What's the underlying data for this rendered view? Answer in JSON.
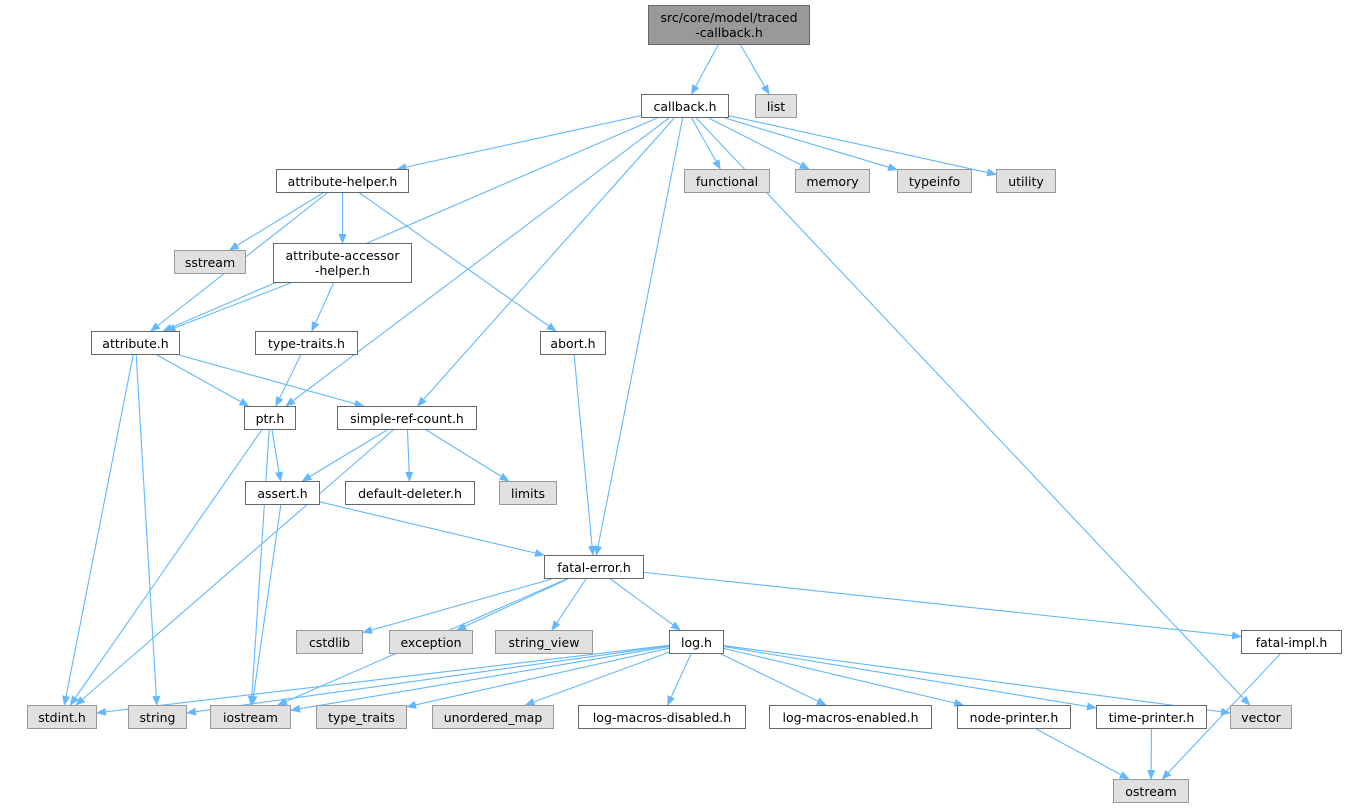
{
  "nodes": [
    {
      "id": "traced_callback",
      "label": "src/core/model/traced\n-callback.h",
      "kind": "root"
    },
    {
      "id": "callback",
      "label": "callback.h",
      "kind": "local"
    },
    {
      "id": "list",
      "label": "list",
      "kind": "sys"
    },
    {
      "id": "attribute_helper",
      "label": "attribute-helper.h",
      "kind": "local"
    },
    {
      "id": "functional",
      "label": "functional",
      "kind": "sys"
    },
    {
      "id": "memory",
      "label": "memory",
      "kind": "sys"
    },
    {
      "id": "typeinfo",
      "label": "typeinfo",
      "kind": "sys"
    },
    {
      "id": "utility",
      "label": "utility",
      "kind": "sys"
    },
    {
      "id": "sstream",
      "label": "sstream",
      "kind": "sys"
    },
    {
      "id": "attribute_accessor_helper",
      "label": "attribute-accessor\n-helper.h",
      "kind": "local"
    },
    {
      "id": "attribute",
      "label": "attribute.h",
      "kind": "local"
    },
    {
      "id": "type_traits_h",
      "label": "type-traits.h",
      "kind": "local"
    },
    {
      "id": "abort",
      "label": "abort.h",
      "kind": "local"
    },
    {
      "id": "ptr",
      "label": "ptr.h",
      "kind": "local"
    },
    {
      "id": "simple_ref_count",
      "label": "simple-ref-count.h",
      "kind": "local"
    },
    {
      "id": "assert",
      "label": "assert.h",
      "kind": "local"
    },
    {
      "id": "default_deleter",
      "label": "default-deleter.h",
      "kind": "local"
    },
    {
      "id": "limits",
      "label": "limits",
      "kind": "sys"
    },
    {
      "id": "fatal_error",
      "label": "fatal-error.h",
      "kind": "local"
    },
    {
      "id": "cstdlib",
      "label": "cstdlib",
      "kind": "sys"
    },
    {
      "id": "exception",
      "label": "exception",
      "kind": "sys"
    },
    {
      "id": "string_view",
      "label": "string_view",
      "kind": "sys"
    },
    {
      "id": "log",
      "label": "log.h",
      "kind": "local"
    },
    {
      "id": "fatal_impl",
      "label": "fatal-impl.h",
      "kind": "local"
    },
    {
      "id": "stdint",
      "label": "stdint.h",
      "kind": "sys"
    },
    {
      "id": "string",
      "label": "string",
      "kind": "sys"
    },
    {
      "id": "iostream",
      "label": "iostream",
      "kind": "sys"
    },
    {
      "id": "type_traits",
      "label": "type_traits",
      "kind": "sys"
    },
    {
      "id": "unordered_map",
      "label": "unordered_map",
      "kind": "sys"
    },
    {
      "id": "log_macros_disabled",
      "label": "log-macros-disabled.h",
      "kind": "local"
    },
    {
      "id": "log_macros_enabled",
      "label": "log-macros-enabled.h",
      "kind": "local"
    },
    {
      "id": "node_printer",
      "label": "node-printer.h",
      "kind": "local"
    },
    {
      "id": "time_printer",
      "label": "time-printer.h",
      "kind": "local"
    },
    {
      "id": "vector",
      "label": "vector",
      "kind": "sys"
    },
    {
      "id": "ostream",
      "label": "ostream",
      "kind": "sys"
    }
  ],
  "edges": [
    [
      "traced_callback",
      "callback"
    ],
    [
      "traced_callback",
      "list"
    ],
    [
      "callback",
      "attribute_helper"
    ],
    [
      "callback",
      "attribute"
    ],
    [
      "callback",
      "ptr"
    ],
    [
      "callback",
      "simple_ref_count"
    ],
    [
      "callback",
      "fatal_error"
    ],
    [
      "callback",
      "functional"
    ],
    [
      "callback",
      "memory"
    ],
    [
      "callback",
      "typeinfo"
    ],
    [
      "callback",
      "utility"
    ],
    [
      "callback",
      "vector"
    ],
    [
      "attribute_helper",
      "attribute"
    ],
    [
      "attribute_helper",
      "sstream"
    ],
    [
      "attribute_helper",
      "attribute_accessor_helper"
    ],
    [
      "attribute_helper",
      "abort"
    ],
    [
      "attribute_accessor_helper",
      "attribute"
    ],
    [
      "attribute_accessor_helper",
      "type_traits_h"
    ],
    [
      "attribute",
      "ptr"
    ],
    [
      "attribute",
      "simple_ref_count"
    ],
    [
      "attribute",
      "string"
    ],
    [
      "attribute",
      "stdint"
    ],
    [
      "type_traits_h",
      "ptr"
    ],
    [
      "abort",
      "fatal_error"
    ],
    [
      "ptr",
      "assert"
    ],
    [
      "ptr",
      "stdint"
    ],
    [
      "ptr",
      "iostream"
    ],
    [
      "simple_ref_count",
      "assert"
    ],
    [
      "simple_ref_count",
      "default_deleter"
    ],
    [
      "simple_ref_count",
      "limits"
    ],
    [
      "simple_ref_count",
      "stdint"
    ],
    [
      "assert",
      "fatal_error"
    ],
    [
      "assert",
      "iostream"
    ],
    [
      "fatal_error",
      "cstdlib"
    ],
    [
      "fatal_error",
      "exception"
    ],
    [
      "fatal_error",
      "string_view"
    ],
    [
      "fatal_error",
      "log"
    ],
    [
      "fatal_error",
      "fatal_impl"
    ],
    [
      "fatal_error",
      "iostream"
    ],
    [
      "log",
      "stdint"
    ],
    [
      "log",
      "string"
    ],
    [
      "log",
      "iostream"
    ],
    [
      "log",
      "type_traits"
    ],
    [
      "log",
      "unordered_map"
    ],
    [
      "log",
      "log_macros_disabled"
    ],
    [
      "log",
      "log_macros_enabled"
    ],
    [
      "log",
      "node_printer"
    ],
    [
      "log",
      "time_printer"
    ],
    [
      "log",
      "vector"
    ],
    [
      "fatal_impl",
      "ostream"
    ],
    [
      "node_printer",
      "ostream"
    ],
    [
      "time_printer",
      "ostream"
    ]
  ],
  "colors": {
    "edge": "#63b8ff",
    "root_fill": "#999999",
    "sys_fill": "#e0e0e0",
    "local_fill": "#ffffff"
  }
}
